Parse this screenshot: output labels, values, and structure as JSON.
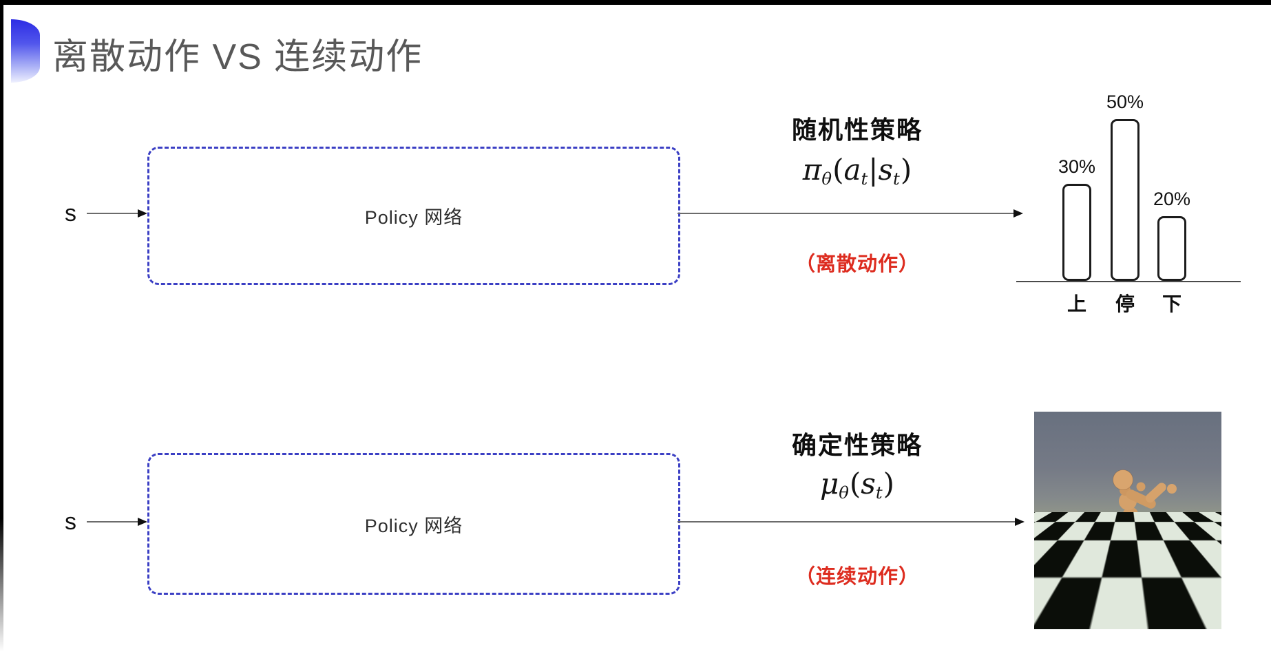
{
  "title": "离散动作 VS 连续动作",
  "colors": {
    "accent_blue": "#3b3fc4",
    "note_red": "#dd2c1f",
    "title_gray": "#585858"
  },
  "rows": {
    "discrete": {
      "input_label": "s",
      "box_label": "Policy 网络",
      "policy_name": "随机性策略",
      "formula": [
        "π",
        "θ",
        "(",
        "a",
        "t",
        "|",
        "s",
        "t",
        ")"
      ],
      "note": "（离散动作）"
    },
    "continuous": {
      "input_label": "s",
      "box_label": "Policy 网络",
      "policy_name": "确定性策略",
      "formula": [
        "μ",
        "θ",
        "(",
        "s",
        "t",
        ")"
      ],
      "note": "（连续动作）"
    }
  },
  "chart_data": {
    "type": "bar",
    "categories": [
      "上",
      "停",
      "下"
    ],
    "values": [
      30,
      50,
      20
    ],
    "value_labels": [
      "30%",
      "50%",
      "20%"
    ],
    "unit": "%",
    "title": "",
    "xlabel": "",
    "ylabel": "",
    "grid": false,
    "legend": false
  },
  "photo": {
    "alt": "MuJoCo humanoid robot running on a black-and-white checkerboard floor under a gray-blue sky"
  }
}
